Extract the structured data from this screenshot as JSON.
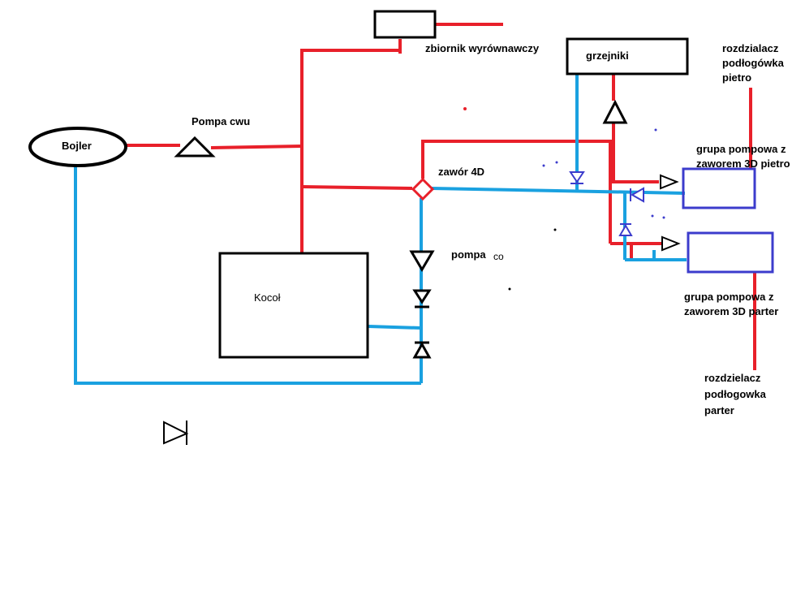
{
  "labels": {
    "bojler": "Bojler",
    "pompa_cwu": "Pompa cwu",
    "zbiornik": "zbiornik wyrównawczy",
    "grzejniki": "grzejniki",
    "rozdzielacz_pietro": [
      "rozdzialacz",
      "podłogówka",
      "pietro"
    ],
    "grupa_pietro": [
      "grupa pompowa z",
      "zaworem 3D pietro"
    ],
    "zawor_4d": "zawór 4D",
    "pompa_co": "pompa",
    "pompa_co_suffix": "co",
    "kociol": "Kocoł",
    "grupa_parter": [
      "grupa pompowa z",
      "zaworem 3D parter"
    ],
    "rozdzielacz_parter": [
      "rozdzielacz",
      "podłogowka",
      "parter"
    ]
  },
  "colors": {
    "hot_line": "#e8202a",
    "cold_line": "#1aa1e0",
    "outline": "#000000",
    "pump_group": "#3c3ccc"
  }
}
